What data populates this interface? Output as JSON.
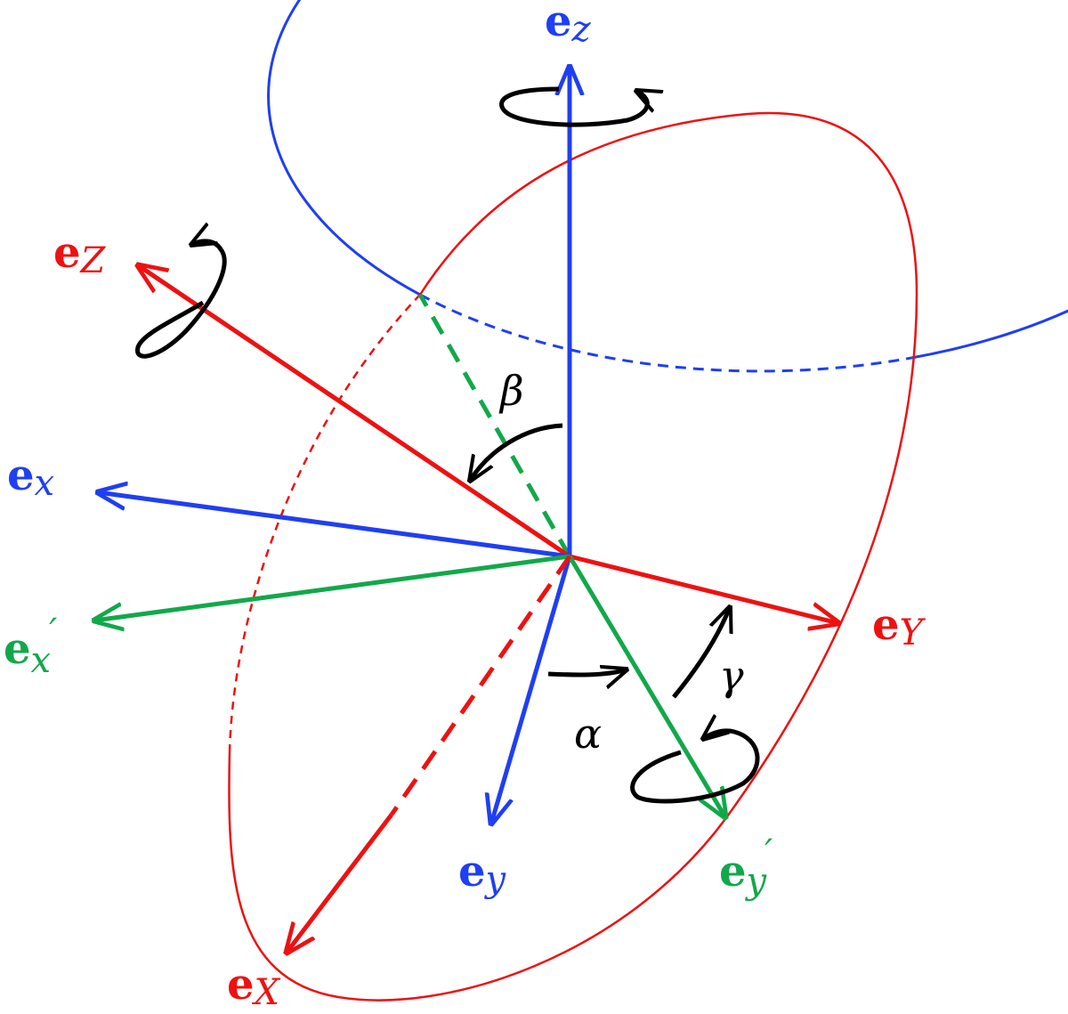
{
  "colors": {
    "blue": "#1f3ff2",
    "red": "#ee1111",
    "green": "#12a84a",
    "black": "#000000"
  },
  "labels": {
    "ez": {
      "main": "e",
      "sub": "z"
    },
    "eZ": {
      "main": "e",
      "sub": "Z"
    },
    "ex": {
      "main": "e",
      "sub": "x"
    },
    "exp": {
      "main": "e",
      "sub": "x",
      "prime": "′"
    },
    "eY": {
      "main": "e",
      "sub": "Y"
    },
    "ey": {
      "main": "e",
      "sub": "y"
    },
    "eyp": {
      "main": "e",
      "sub": "y",
      "prime": "′"
    },
    "eX": {
      "main": "e",
      "sub": "X"
    },
    "alpha": "α",
    "beta": "β",
    "gamma": "γ"
  }
}
